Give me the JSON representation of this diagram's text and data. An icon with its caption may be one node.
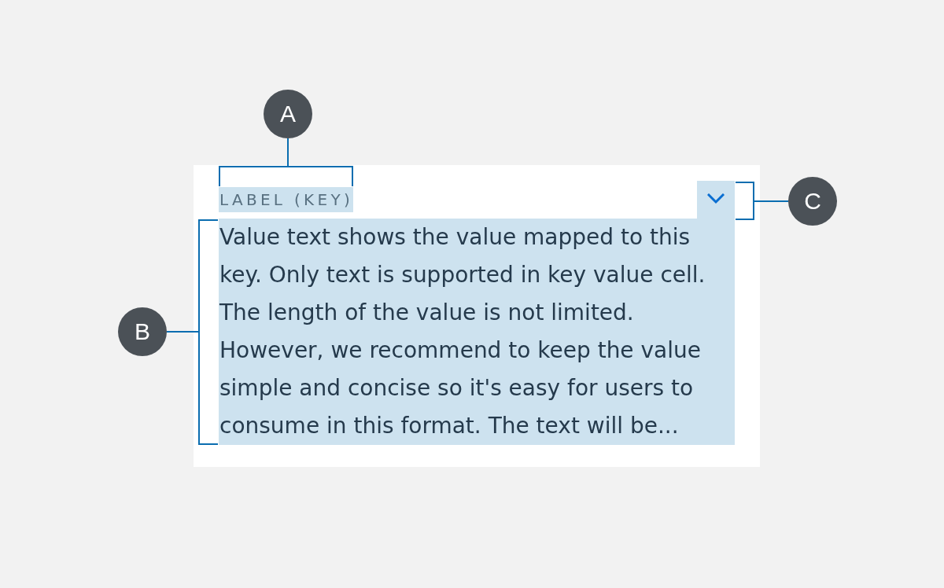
{
  "diagram": {
    "nodes": [
      {
        "text": [
          "A"
        ]
      },
      {
        "text": [],
        "shape": "box"
      },
      {
        "text": [
          "LABEL (KEY)"
        ],
        "in": 1
      },
      {
        "text": [],
        "shape": "box",
        "in": 1
      },
      {
        "text": [
          "C"
        ]
      },
      {
        "text": [
          "Value text shows the value mapped to this key. Only text is supported in key value cell. The length of the value is not limited. However, we recommend to keep the value simple and concise so it's easy for users to consume in this format. The text will be..."
        ],
        "in": 1
      },
      {
        "text": [
          "B"
        ]
      }
    ],
    "edges": [
      {
        "from": 0,
        "to": 2,
        "arrow": "none"
      },
      {
        "from": 4,
        "to": 3,
        "arrow": "none"
      },
      {
        "from": 6,
        "to": 5,
        "arrow": "none"
      }
    ]
  }
}
